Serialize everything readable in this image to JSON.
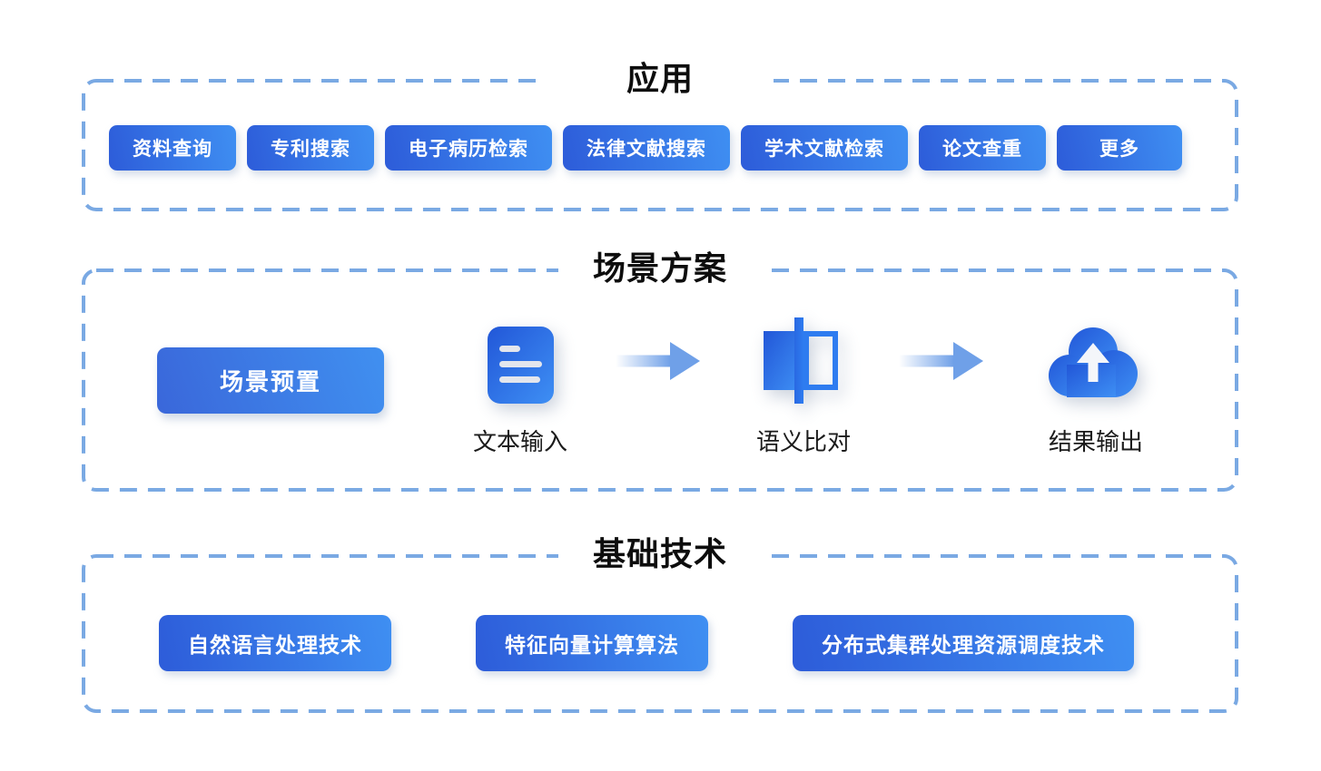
{
  "colors": {
    "chip_gradient_start": "#2D5CD9",
    "chip_gradient_end": "#3F8FF2",
    "dashed_border": "#7AA9E3",
    "arrow": "#6FA0E8",
    "title_text": "#0d0d0d",
    "chip_text": "#FFFFFF",
    "background": "#FFFFFF"
  },
  "sections": {
    "applications": {
      "title": "应用",
      "buttons": [
        "资料查询",
        "专利搜索",
        "电子病历检索",
        "法律文献搜索",
        "学术文献检索",
        "论文查重",
        "更多"
      ]
    },
    "scenario": {
      "title": "场景方案",
      "preset_button": "场景预置",
      "steps": [
        {
          "icon": "document-icon",
          "label": "文本输入"
        },
        {
          "icon": "compare-icon",
          "label": "语义比对"
        },
        {
          "icon": "cloud-upload-icon",
          "label": "结果输出"
        }
      ]
    },
    "technology": {
      "title": "基础技术",
      "buttons": [
        "自然语言处理技术",
        "特征向量计算算法",
        "分布式集群处理资源调度技术"
      ]
    }
  }
}
